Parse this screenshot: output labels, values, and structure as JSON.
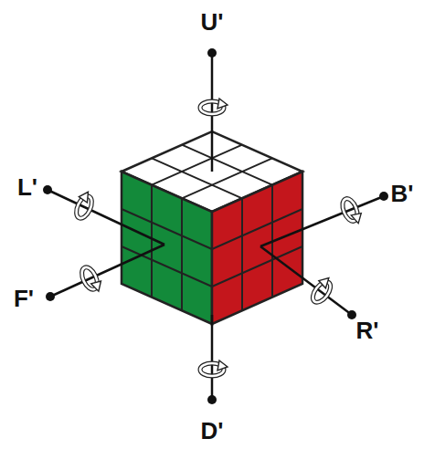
{
  "diagram": {
    "labels": [
      "U'",
      "L'",
      "B'",
      "F'",
      "R'",
      "D'"
    ]
  }
}
